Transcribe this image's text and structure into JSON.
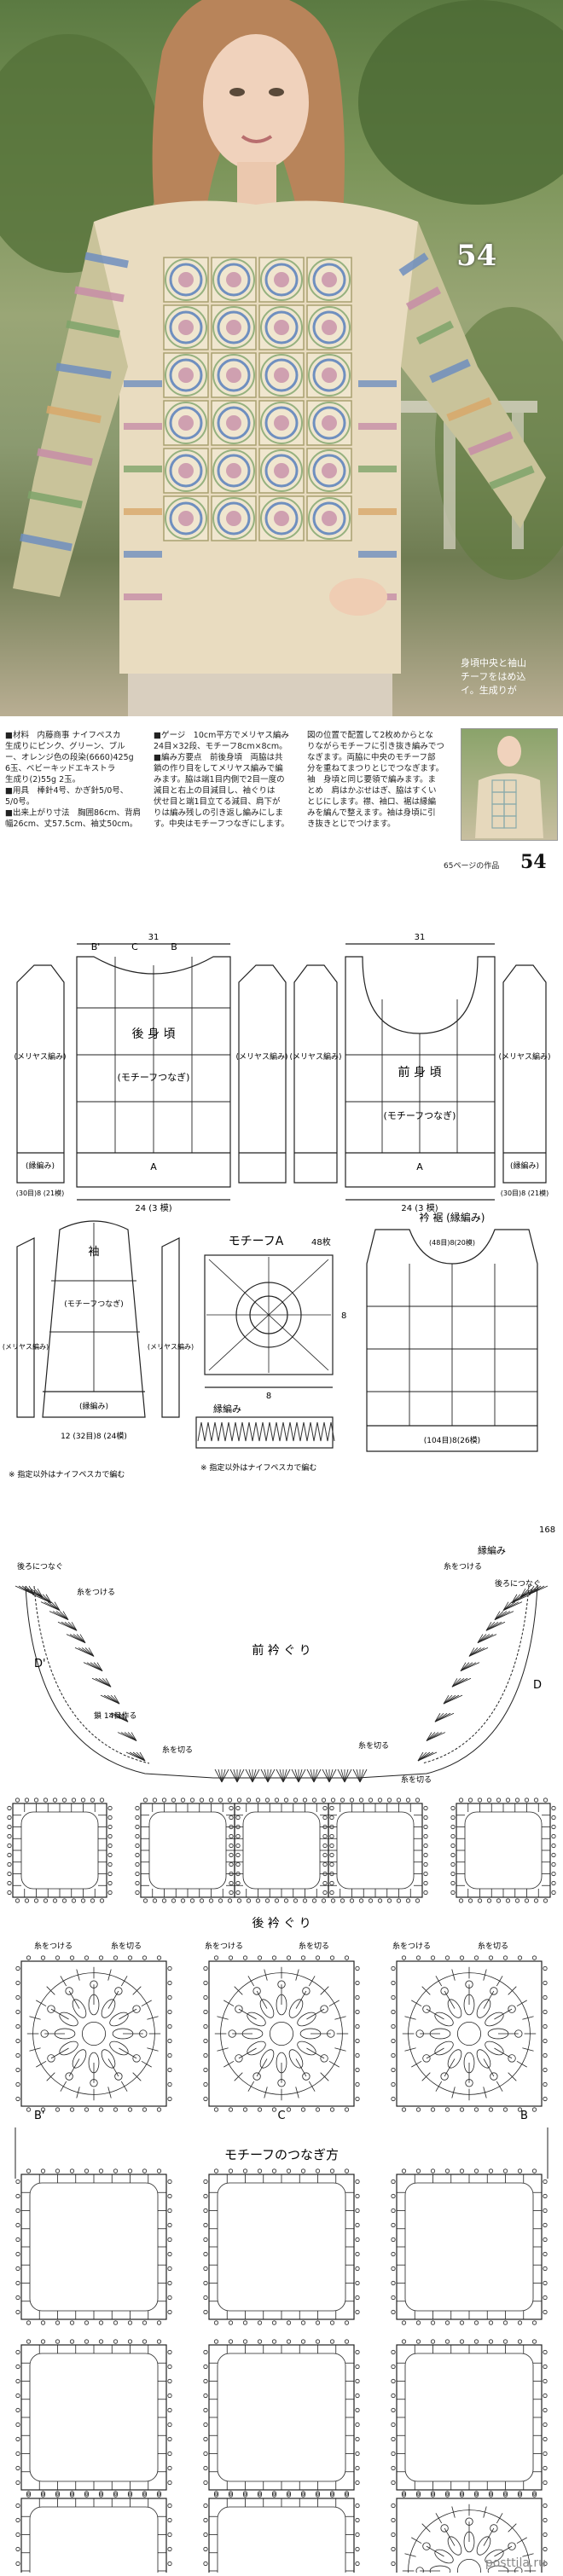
{
  "photo": {
    "pattern_number": "54",
    "caption_lines": [
      "身頃中央と袖山",
      "チーフをはめ込",
      "イ。生成りが"
    ]
  },
  "pattern_page": {
    "pattern_number": "54",
    "ref_note": "65ページの作品",
    "left_column": [
      "■材料　内藤商事 ナイフペスカ",
      "生成りにピンク、グリーン、ブル",
      "ー、オレンジ色の段染(6660)425g",
      "6玉、ベビーキッドエキストラ",
      "生成り(2)55g 2玉。",
      "■用具　棒針4号、かぎ針5/0号、",
      "5/0号。",
      "■出来上がり寸法　胸囲86cm、背肩",
      "幅26cm、丈57.5cm、袖丈50cm。"
    ],
    "middle_column": [
      "■ゲージ　10cm平方でメリヤス編み",
      "24目×32段、モチーフ8cm×8cm。",
      "■編み方要点　前後身頃　両脇は共",
      "鎖の作り目をしてメリヤス編みで編",
      "みます。脇は端1目内側で2目一度の",
      "減目と右上の目減目し、袖ぐりは",
      "伏せ目と端1目立てる減目、肩下が",
      "りは編み残しの引き返し編みにしま",
      "す。中央はモチーフつなぎにします。"
    ],
    "right_column": [
      "図の位置で配置して2枚めからとな",
      "りながらモチーフに引き抜き編みでつ",
      "なぎます。両脇に中央のモチーフ部",
      "分を重ねてまつりとじでつなぎます。",
      "袖　身頃と同じ要領で編みます。ま",
      "とめ　肩はかぶせはぎ、脇はすくい",
      "とじにします。襟、袖口、裾は縁編",
      "みを編んで整えます。袖は身頃に引",
      "き抜きとじでつけます。"
    ]
  },
  "schematics": {
    "back_title": "後 身 頃",
    "back_subtitle": "(モチーフつなぎ)",
    "front_title": "前 身 頃",
    "front_subtitle": "(モチーフつなぎ)",
    "stockinette": "(メリヤス編み)",
    "ribbing": "(縁編み)",
    "sleeve_title": "袖",
    "sleeve_subtitle": "(モチーフつなぎ)",
    "motif_title": "モチーフA",
    "motif_count": "48枚",
    "edge_label": "縁編み",
    "collar_title": "衿 裾 (縁編み)",
    "note_left": "※ 指定以外はナイフペスカで編む",
    "note_mid": "※ 指定以外はナイフペスカで編む",
    "page_footer": "168",
    "labels": {
      "A": "A",
      "B": "B",
      "C": "C",
      "Bp": "B'",
      "D": "D",
      "Dp": "D'"
    },
    "dims": {
      "w31": "31",
      "w24": "24 (3 模)",
      "w24b": "24 (3 模)",
      "chest_back": "(30目)8 (21模)",
      "chest_front": "(30目)8 (21模)",
      "sleeve_bottom": "12 (32目)8 (24模)",
      "collar_width": "(48目)8(20模)",
      "hem": "(104目)8(26模)",
      "motif_w": "8",
      "motif_h": "8"
    }
  },
  "chart_front": {
    "title": "前 衿 ぐ り",
    "edge_label": "縁編み",
    "left_note": "後ろにつなぐ",
    "right_note": "後ろにつなぐ",
    "labels": [
      "糸をつける",
      "糸を切る",
      "鎖 14目作る",
      "糸を切る",
      "糸をつける",
      "糸を切る"
    ]
  },
  "chart_back": {
    "title": "後 衿 ぐ り",
    "labels": [
      "糸をつける",
      "糸を切る",
      "糸をつける",
      "糸を切る",
      "糸をつける",
      "糸を切る"
    ]
  },
  "chart_join": {
    "title": "モチーフのつなぎ方"
  },
  "watermark": "posttila.ru"
}
